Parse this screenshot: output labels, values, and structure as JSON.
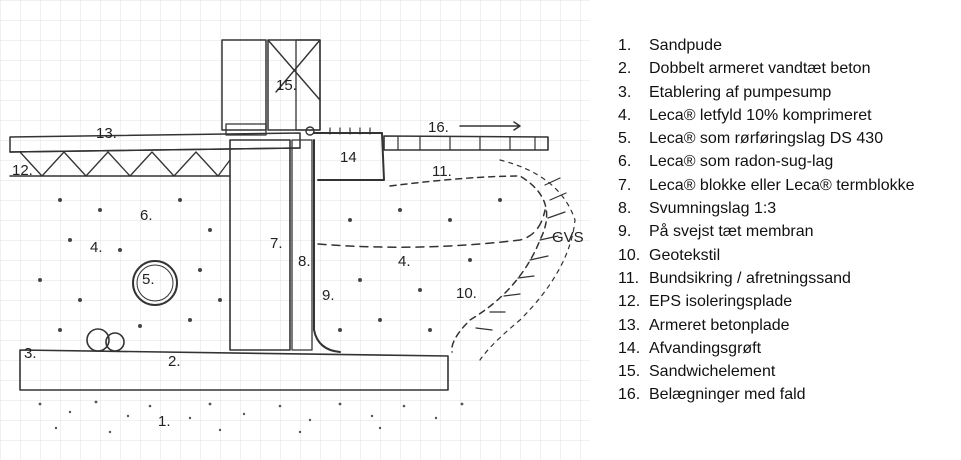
{
  "legend": [
    {
      "n": "1.",
      "t": "Sandpude"
    },
    {
      "n": "2.",
      "t": "Dobbelt armeret vandtæt beton"
    },
    {
      "n": "3.",
      "t": "Etablering af pumpesump"
    },
    {
      "n": "4.",
      "t": "Leca® letfyld 10% komprimeret"
    },
    {
      "n": "5.",
      "t": "Leca® som rørføringslag DS 430"
    },
    {
      "n": "6.",
      "t": "Leca® som radon-sug-lag"
    },
    {
      "n": "7.",
      "t": "Leca® blokke eller Leca® termblokke"
    },
    {
      "n": "8.",
      "t": "Svumningslag 1:3"
    },
    {
      "n": "9.",
      "t": "På svejst tæt membran"
    },
    {
      "n": "10.",
      "t": "Geotekstil"
    },
    {
      "n": "11.",
      "t": "Bundsikring / afretningssand"
    },
    {
      "n": "12.",
      "t": "EPS isoleringsplade"
    },
    {
      "n": "13.",
      "t": "Armeret betonplade"
    },
    {
      "n": "14.",
      "t": "Afvandingsgrøft"
    },
    {
      "n": "15.",
      "t": "Sandwichelement"
    },
    {
      "n": "16.",
      "t": "Belægninger med fald"
    }
  ],
  "sketch_labels": {
    "l1": "1.",
    "l2": "2.",
    "l3": "3.",
    "l4a": "4.",
    "l4b": "4.",
    "l5": "5.",
    "l6": "6.",
    "l7": "7.",
    "l8": "8.",
    "l9": "9.",
    "l10": "10.",
    "l11": "11.",
    "l12": "12.",
    "l13": "13.",
    "l14": "14",
    "l15": "15.",
    "l16": "16.",
    "gvs": "GVS"
  }
}
